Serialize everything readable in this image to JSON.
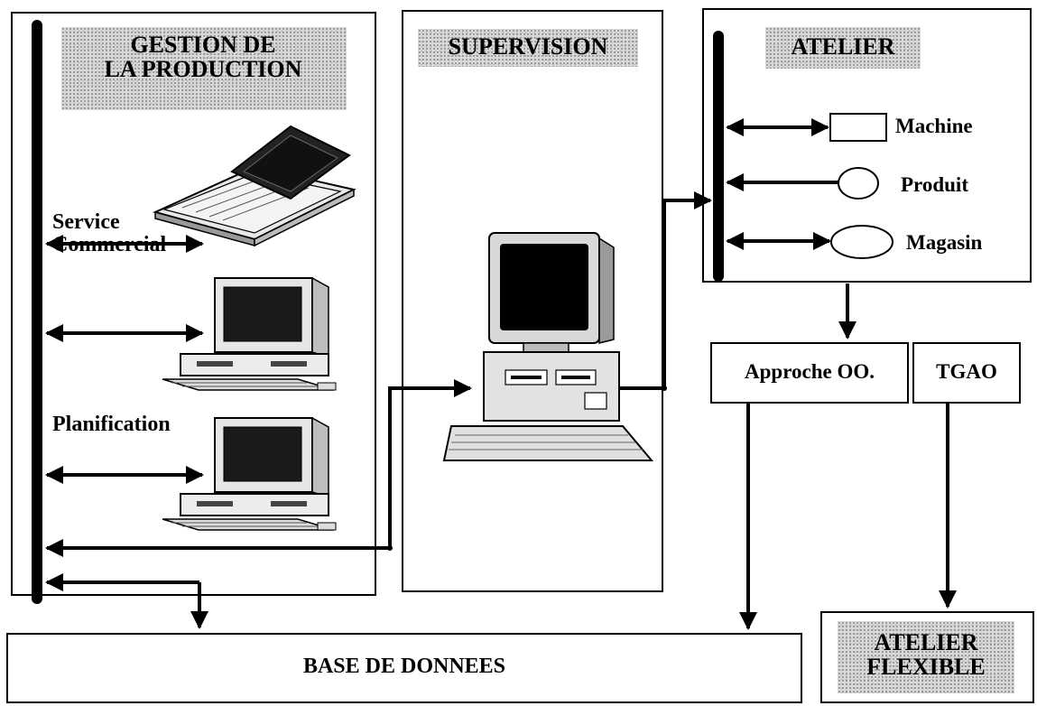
{
  "colors": {
    "line": "#000000",
    "stipple": "#d9d9d9",
    "background": "#ffffff"
  },
  "gestion": {
    "title_line1": "GESTION DE",
    "title_line2": "LA PRODUCTION",
    "service_line1": "Service",
    "service_line2": "Commercial",
    "planification": "Planification"
  },
  "supervision": {
    "title": "SUPERVISION"
  },
  "atelier": {
    "title": "ATELIER",
    "machine": "Machine",
    "produit": "Produit",
    "magasin": "Magasin"
  },
  "approach": {
    "approche": "Approche OO.",
    "tgao": "TGAO"
  },
  "flexible": {
    "line1": "ATELIER",
    "line2": "FLEXIBLE"
  },
  "database": {
    "label": "BASE DE DONNEES"
  },
  "icons": [
    "laptop-icon",
    "desktop-computer-icon",
    "monitor-icon",
    "keyboard-icon"
  ]
}
